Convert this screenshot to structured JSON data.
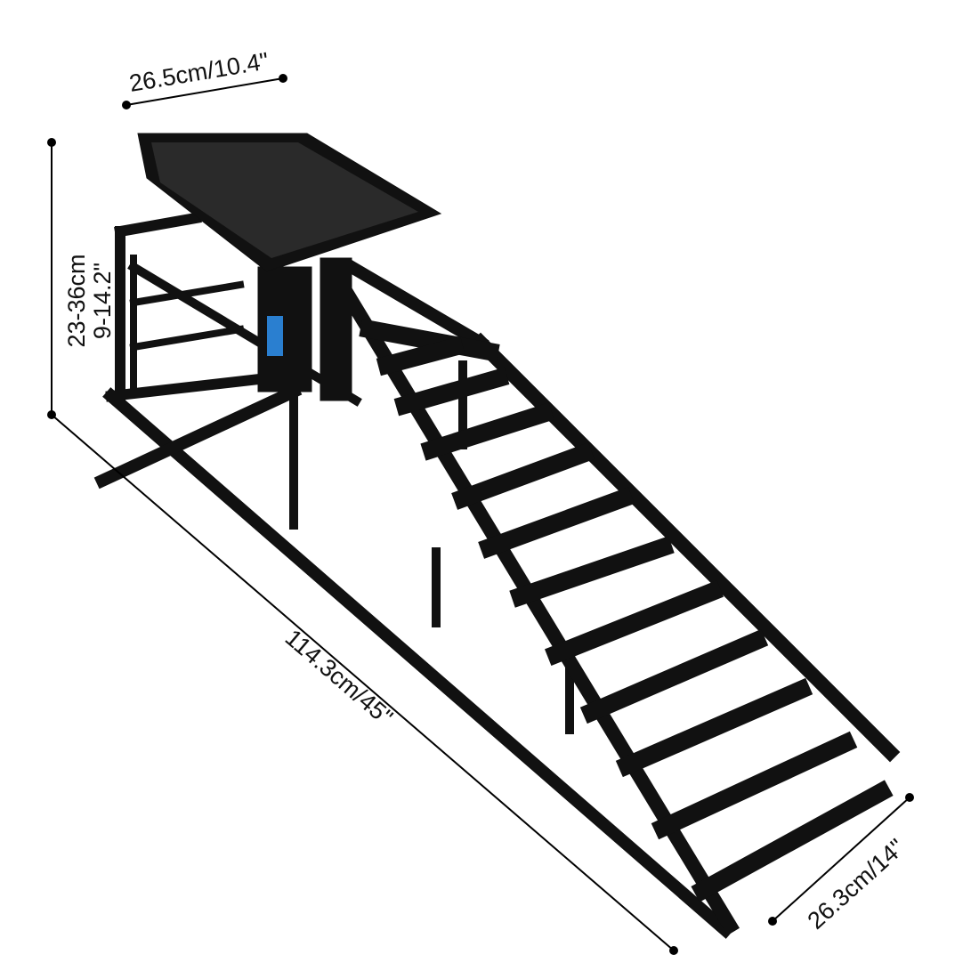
{
  "dimensions": {
    "platform_width": "26.5cm/10.4\"",
    "height_cm": "23-36cm",
    "height_in": "9-14.2\"",
    "length": "114.3cm/45\"",
    "ramp_width": "26.3cm/14\""
  },
  "colors": {
    "product": "#111111",
    "dimension_line": "#000000",
    "jack_label": "#2a7fd0"
  }
}
